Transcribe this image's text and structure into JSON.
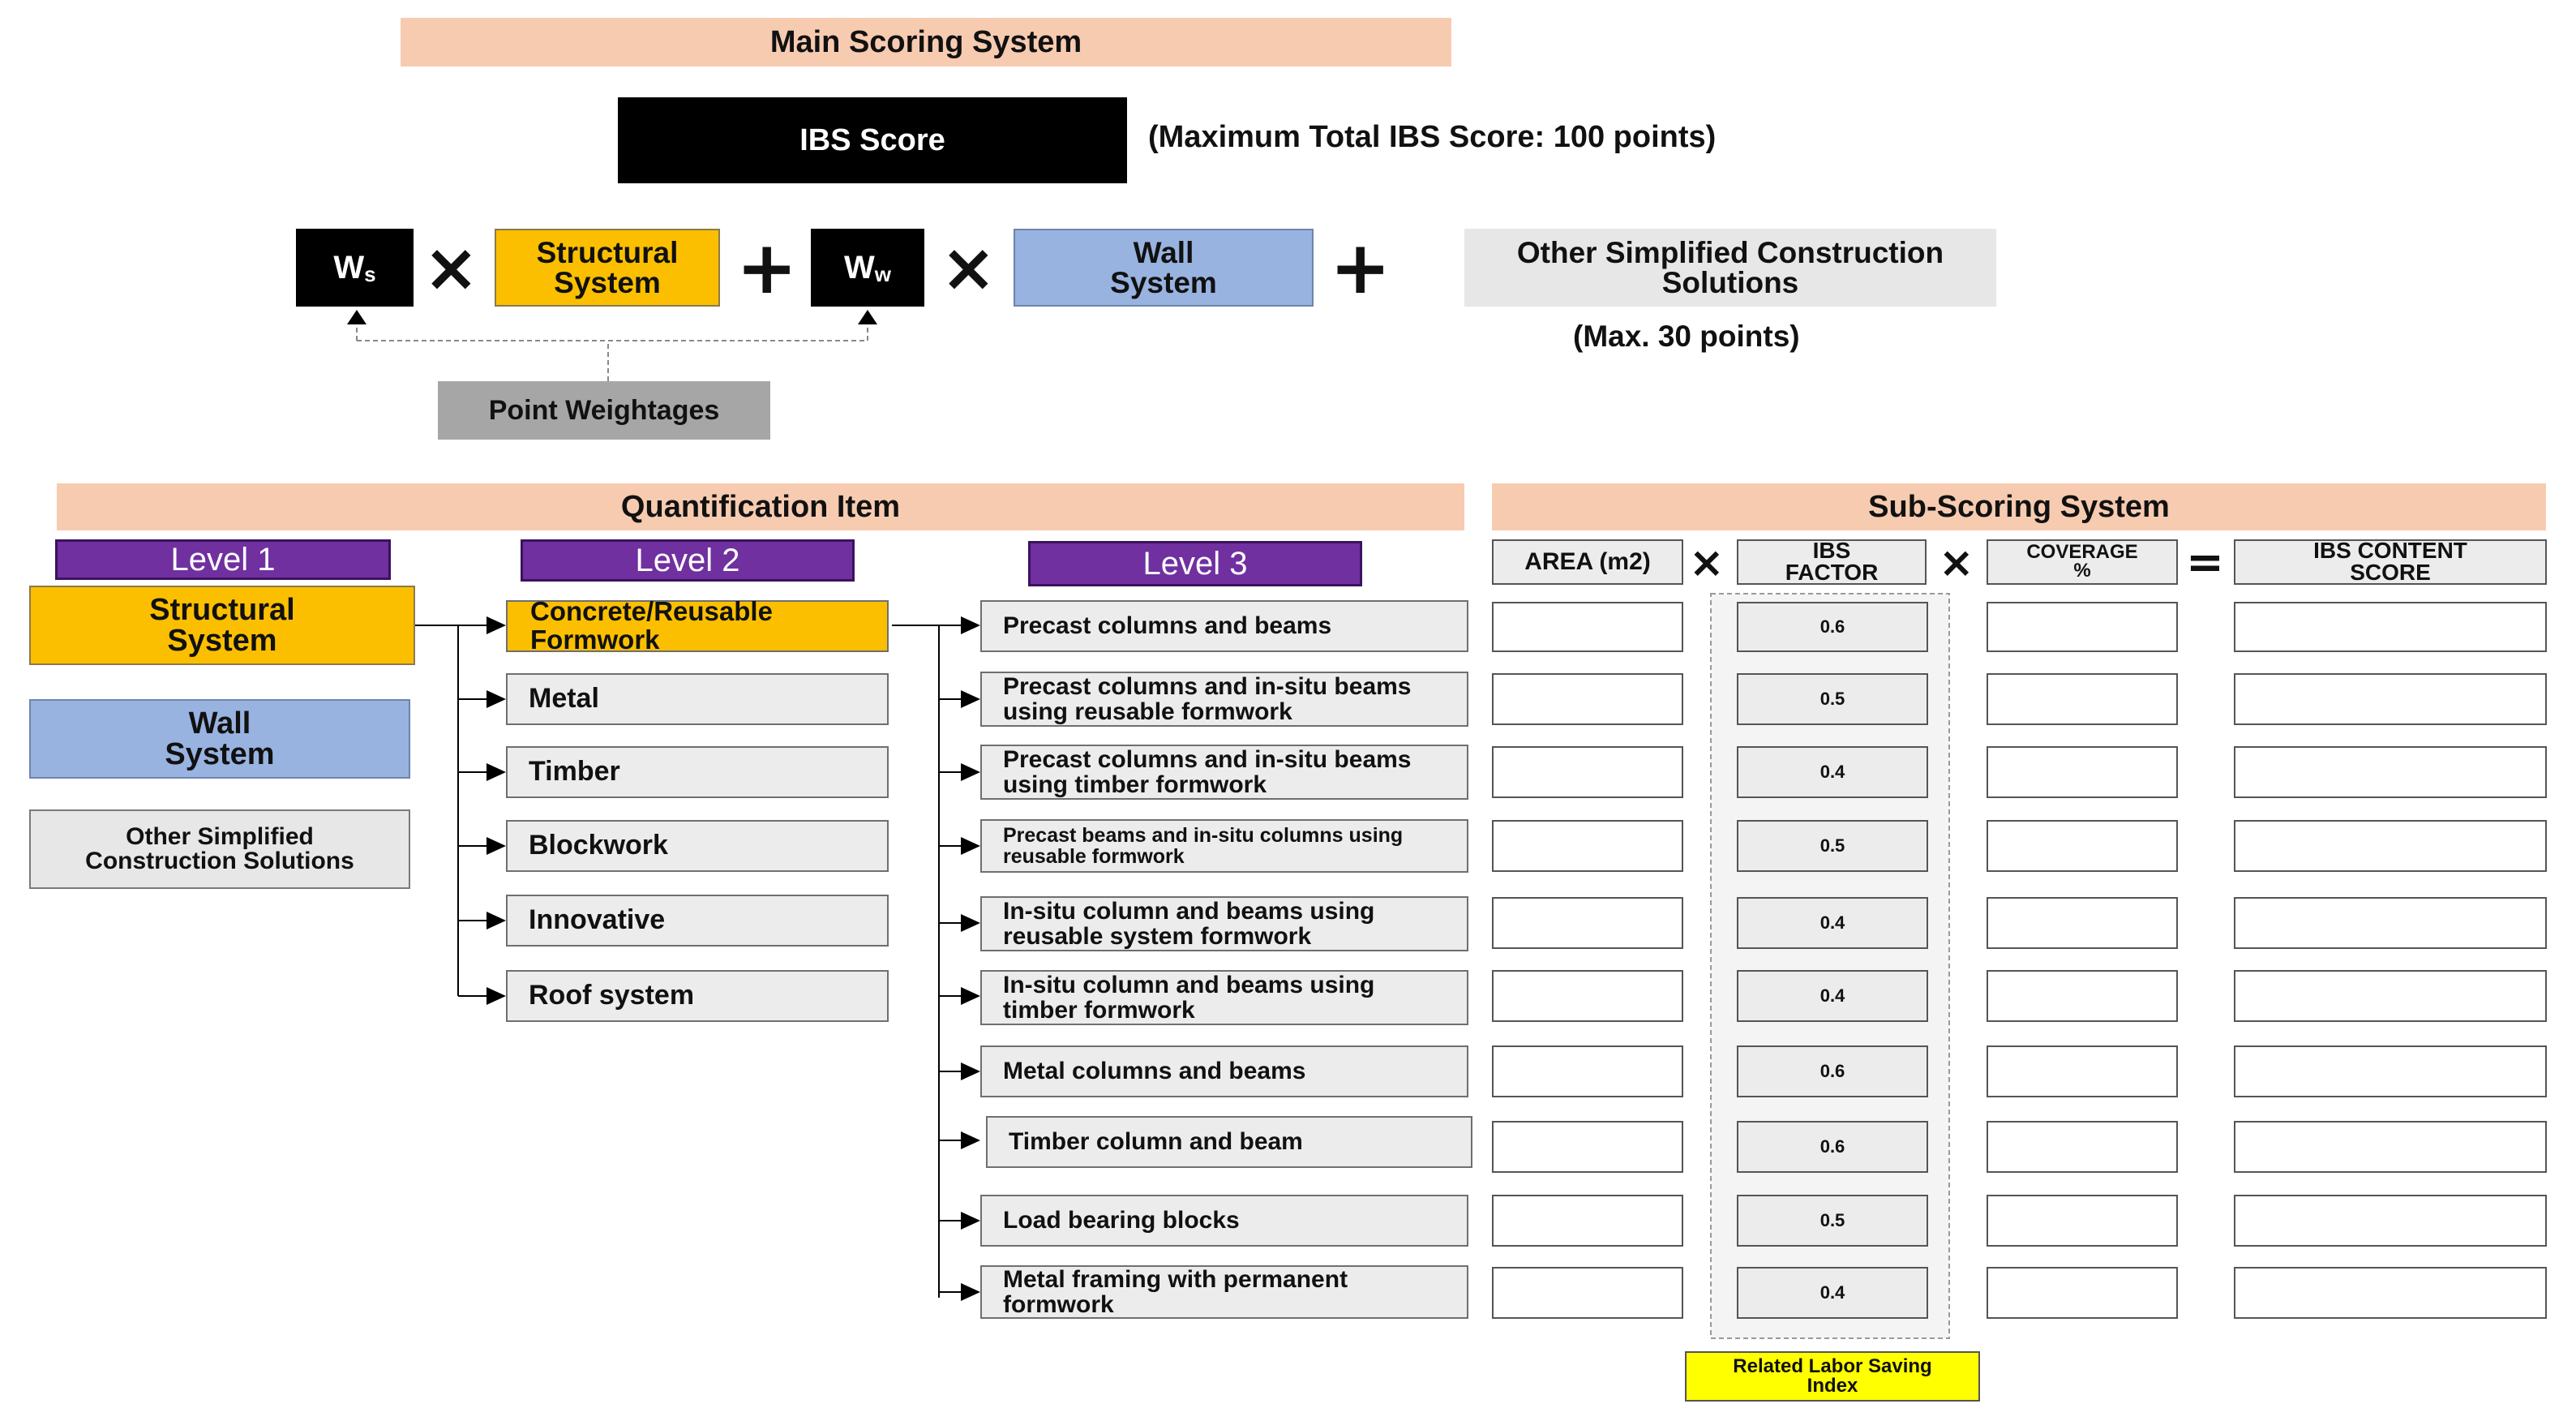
{
  "main": {
    "title": "Main Scoring System",
    "ibs_score": "IBS Score",
    "max_note": "(Maximum Total IBS Score: 100 points)",
    "ws_main": "W",
    "ws_sub": "s",
    "ww_main": "W",
    "ww_sub": "w",
    "structural": "Structural System",
    "wall": "Wall System",
    "other": "Other Simplified Construction Solutions",
    "other_max": "(Max. 30 points)",
    "point_weightages": "Point Weightages",
    "times": "×",
    "plus": "+",
    "equals": "="
  },
  "quant": {
    "title": "Quantification Item",
    "level1": "Level 1",
    "level2": "Level 2",
    "level3": "Level 3",
    "l1_items": [
      "Structural System",
      "Wall System",
      "Other Simplified Construction Solutions"
    ],
    "l2_items": [
      "Concrete/Reusable Formwork",
      "Metal",
      "Timber",
      "Blockwork",
      "Innovative",
      "Roof system"
    ],
    "l3_items": [
      "Precast columns and beams",
      "Precast columns and in-situ beams using reusable formwork",
      "Precast columns and in-situ beams using timber formwork",
      "Precast beams and in-situ columns using reusable formwork",
      "In-situ column and beams using reusable system formwork",
      "In-situ column and beams using timber formwork",
      "Metal columns and beams",
      "Timber column and beam",
      "Load bearing blocks",
      "Metal framing with permanent formwork"
    ]
  },
  "sub": {
    "title": "Sub-Scoring System",
    "area": "AREA (m2)",
    "factor": "IBS FACTOR",
    "coverage": "COVERAGE %",
    "content": "IBS CONTENT SCORE",
    "factors": [
      "0.6",
      "0.5",
      "0.4",
      "0.5",
      "0.4",
      "0.4",
      "0.6",
      "0.6",
      "0.5",
      "0.4"
    ],
    "note": "Related Labor Saving Index"
  }
}
